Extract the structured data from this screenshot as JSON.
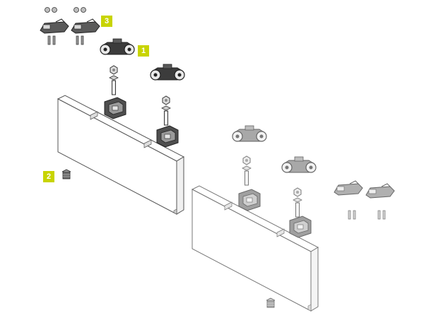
{
  "callouts": {
    "one": "1",
    "two": "2",
    "three": "3"
  },
  "colors": {
    "callout_bg": "#c8d400",
    "callout_text": "#ffffff",
    "part_dark": "#4a4a4a",
    "part_light": "#9a9a9a",
    "panel_line": "#555555"
  }
}
